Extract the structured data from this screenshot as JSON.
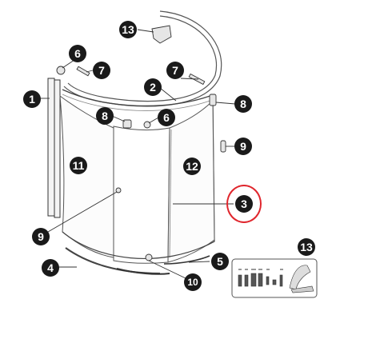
{
  "callouts": {
    "c1": "1",
    "c2": "2",
    "c3": "3",
    "c4": "4",
    "c5": "5",
    "c6a": "6",
    "c6b": "6",
    "c7a": "7",
    "c7b": "7",
    "c8a": "8",
    "c8b": "8",
    "c9a": "9",
    "c9b": "9",
    "c10": "10",
    "c11": "11",
    "c12": "12",
    "c13a": "13",
    "c13b": "13"
  },
  "highlight_color": "#e0262d"
}
